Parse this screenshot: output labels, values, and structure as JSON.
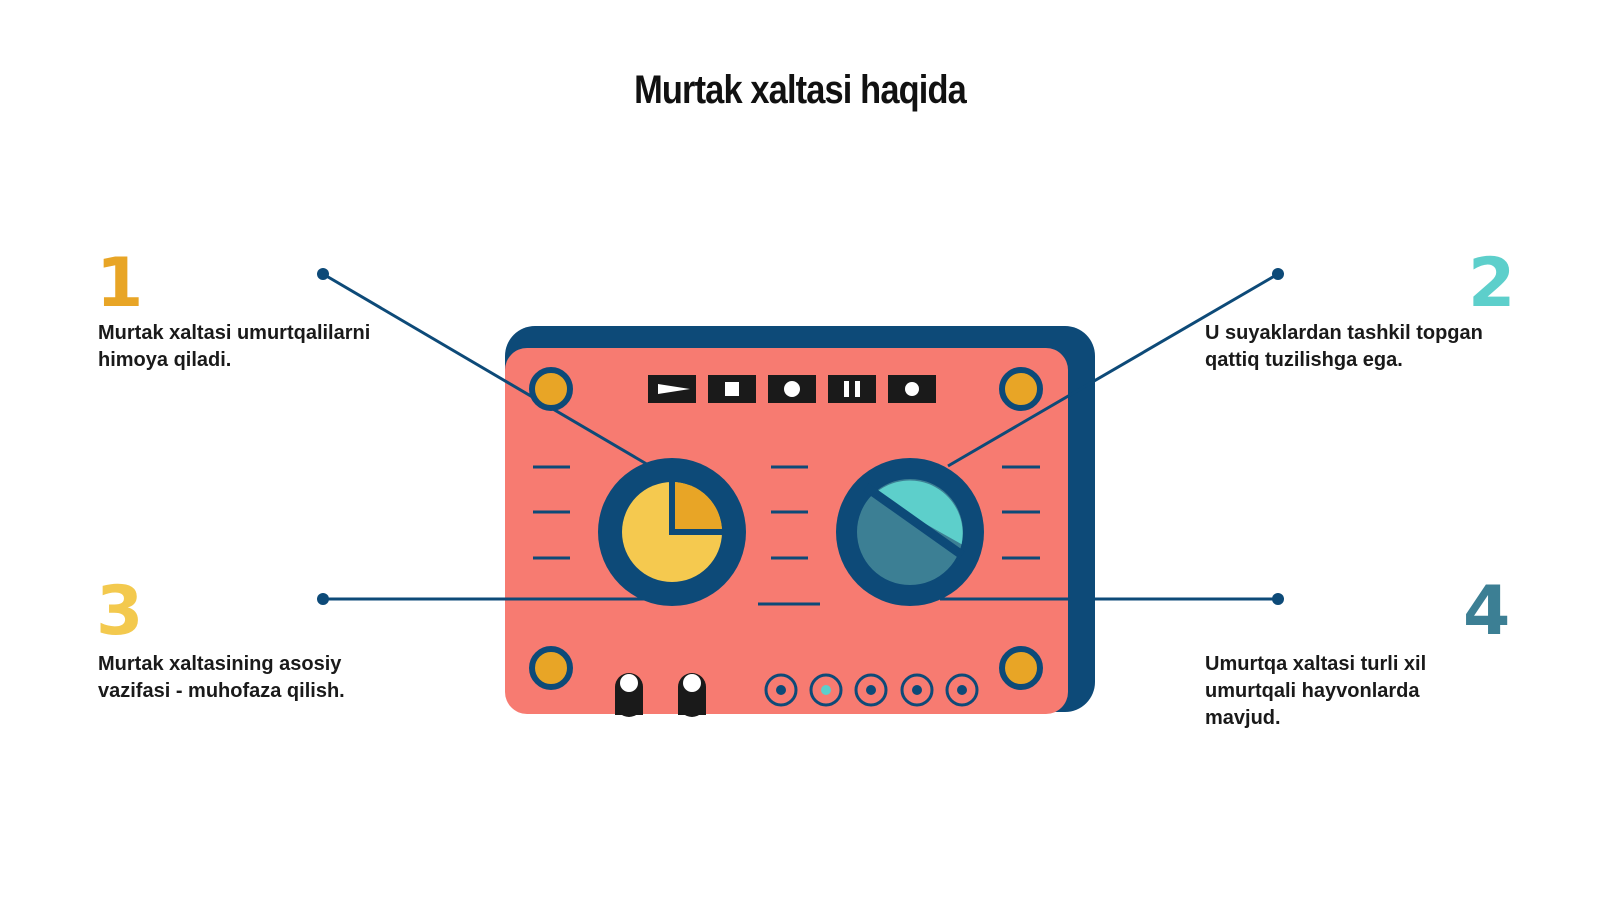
{
  "title": "Murtak xaltasi haqida",
  "items": [
    {
      "number": "1",
      "text": "Murtak xaltasi umurtqalilarni himoya qiladi.",
      "color": "#E8A526"
    },
    {
      "number": "2",
      "text": "U suyaklardan tashkil topgan qattiq tuzilishga ega.",
      "color": "#5DCFCB"
    },
    {
      "number": "3",
      "text": "Murtak xaltasining asosiy vazifasi - muhofaza qilish.",
      "color": "#F3C94E"
    },
    {
      "number": "4",
      "text": "Umurtqa xaltasi turli xil umurtqali hayvonlarda mavjud.",
      "color": "#3C7F94"
    }
  ],
  "colors": {
    "panel": "#F77B71",
    "panel_dark": "#0D4A78",
    "accent_orange": "#E8A526",
    "accent_yellow": "#F5C94F",
    "accent_teal": "#5DCFCB",
    "accent_blue": "#3C7F94"
  },
  "icons": [
    "play-icon",
    "stop-icon",
    "record-icon",
    "pause-icon",
    "record-icon"
  ]
}
